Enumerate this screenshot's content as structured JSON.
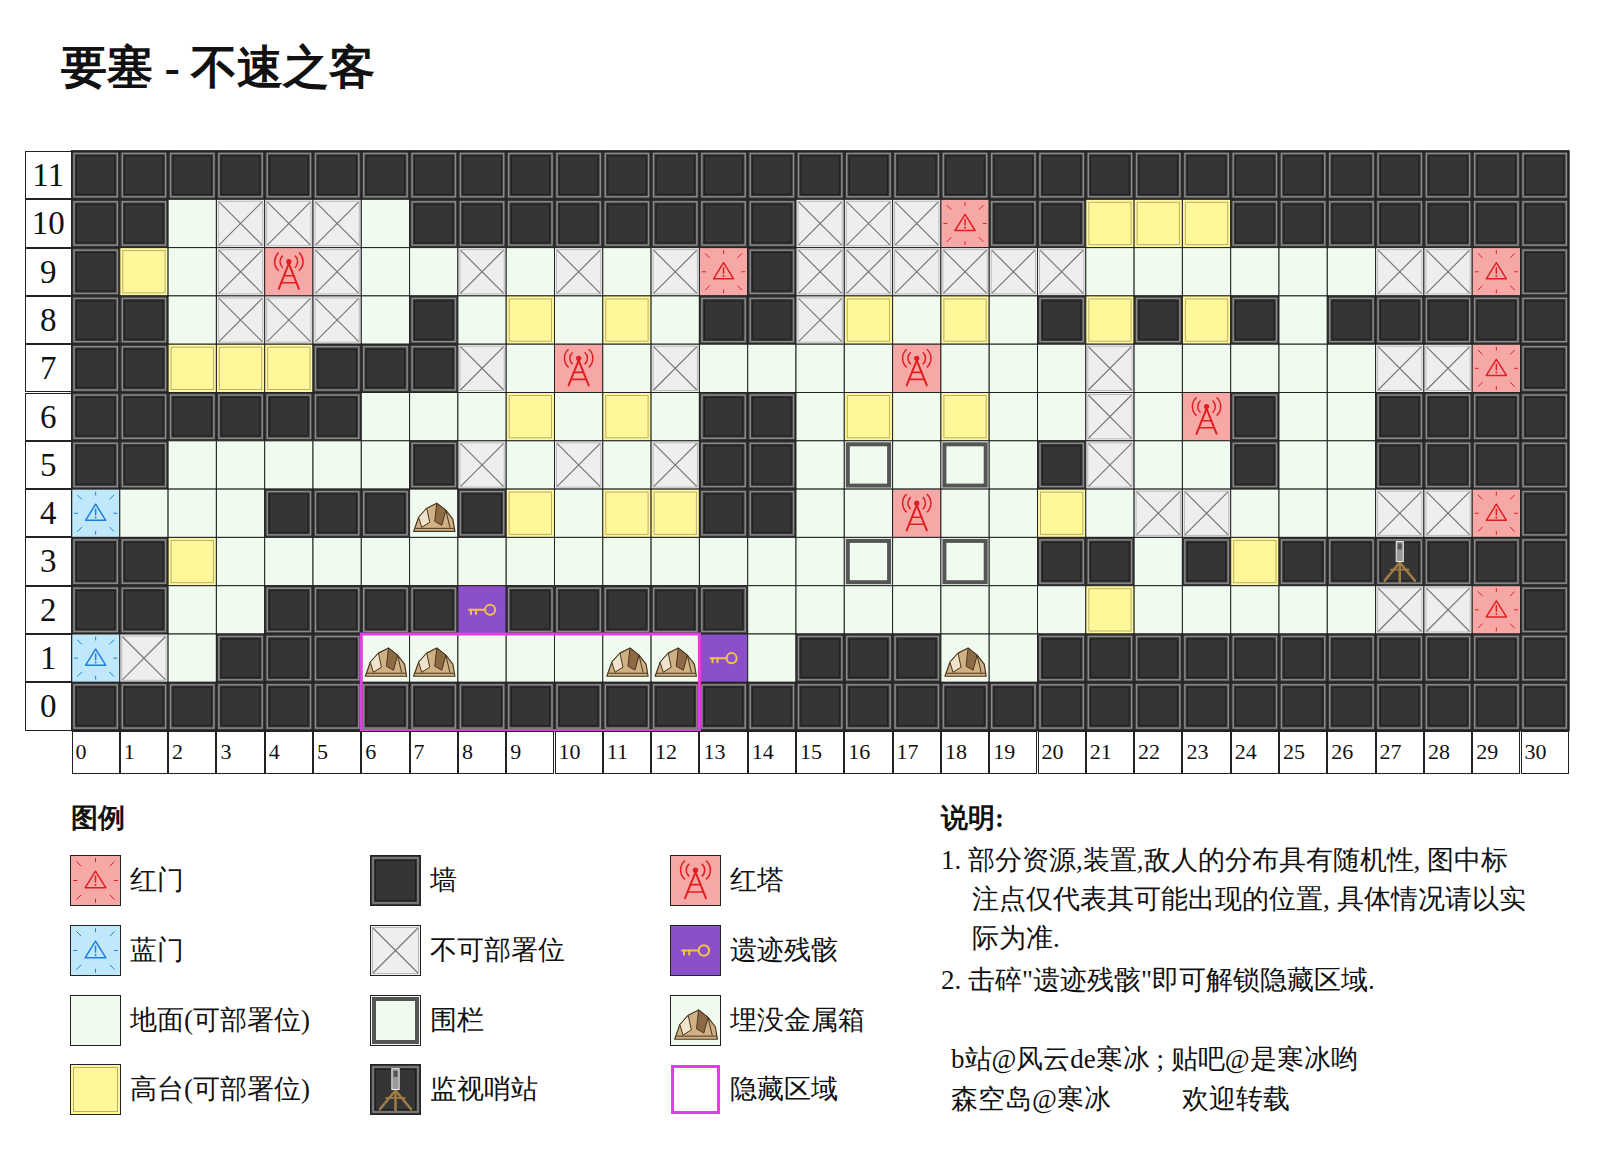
{
  "diagram": {
    "title": "要塞 - 不速之客",
    "labels": [
      "11",
      "10",
      "9",
      "8",
      "7",
      "6",
      "5",
      "4",
      "3",
      "2",
      "1",
      "0",
      "0",
      "1",
      "2",
      "3",
      "4",
      "5",
      "6",
      "7",
      "8",
      "9",
      "10",
      "11",
      "12",
      "13",
      "14",
      "15",
      "16",
      "17",
      "18",
      "19",
      "20",
      "21",
      "22",
      "23",
      "24",
      "25",
      "26",
      "27",
      "28",
      "29",
      "30",
      "图例",
      "说明:",
      "1. 部分资源,装置,敌人的分布具有随机性, 图中标注点仅代表其可能出现的位置, 具体情况请以实际为准.",
      "2. 击碎\"遗迹残骸\"即可解锁隐藏区域.",
      "b站@风云de寒冰 ; 贴吧@是寒冰哟",
      "森空岛@寒冰",
      "欢迎转载"
    ],
    "legend": [
      {
        "text": "红门",
        "color": "#f5a8a6"
      },
      {
        "text": "蓝门",
        "color": "#bfe8fb"
      },
      {
        "text": "地面(可部署位)",
        "color": "#effbef"
      },
      {
        "text": "高台(可部署位)",
        "color": "#fff799"
      },
      {
        "text": "墙",
        "color": "#353535"
      },
      {
        "text": "不可部署位"
      },
      {
        "text": "围栏"
      },
      {
        "text": "监视哨站"
      },
      {
        "text": "红塔",
        "color": "#f5a8a6"
      },
      {
        "text": "遗迹残骸",
        "color": "#8b4fca"
      },
      {
        "text": "埋没金属箱"
      },
      {
        "text": "隐藏区域"
      }
    ]
  }
}
